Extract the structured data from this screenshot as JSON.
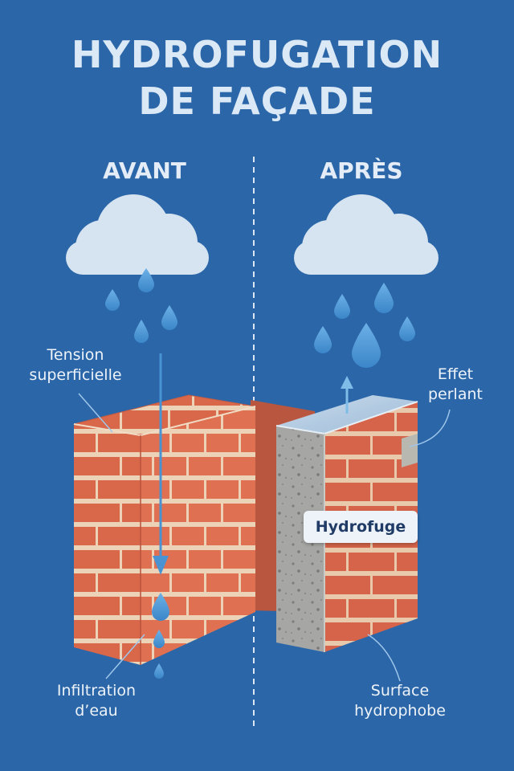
{
  "title": {
    "line1": "HYDROFUGATION",
    "line2": "DE FAÇADE"
  },
  "columns": {
    "before": "AVANT",
    "after": "APRÈS"
  },
  "labels": {
    "tension": {
      "line1": "Tension",
      "line2": "superficielle"
    },
    "effet": {
      "line1": "Effet",
      "line2": "perlant"
    },
    "infiltration": {
      "line1": "Infiltration",
      "line2": "d’eau"
    },
    "surface": {
      "line1": "Surface",
      "line2": "hydrophobe"
    }
  },
  "badge": "Hydrofuge",
  "colors": {
    "background": "#2a66a8",
    "brick": "#d9674a",
    "mortar": "#ecd3b8",
    "cloud": "#d6e3f0",
    "water": "#4a93d2",
    "concrete": "#a6a6a4"
  }
}
